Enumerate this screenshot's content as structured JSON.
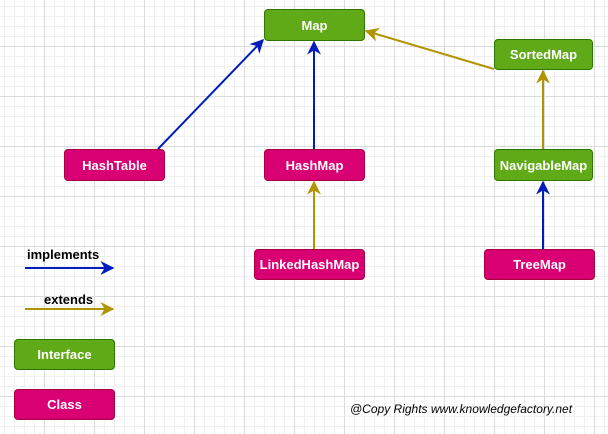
{
  "colors": {
    "interface_fill": "#60a917",
    "interface_stroke": "#2d7600",
    "class_fill": "#d80073",
    "class_stroke": "#a50040",
    "implements_arrow": "#001dbc",
    "extends_arrow": "#b09500"
  },
  "nodes": {
    "map": "Map",
    "sorted_map": "SortedMap",
    "hash_table": "HashTable",
    "hash_map": "HashMap",
    "navigable_map": "NavigableMap",
    "linked_hash_map": "LinkedHashMap",
    "tree_map": "TreeMap"
  },
  "edges": [
    {
      "from": "hash_table",
      "to": "map",
      "type": "implements"
    },
    {
      "from": "hash_map",
      "to": "map",
      "type": "implements"
    },
    {
      "from": "sorted_map",
      "to": "map",
      "type": "extends"
    },
    {
      "from": "navigable_map",
      "to": "sorted_map",
      "type": "extends"
    },
    {
      "from": "linked_hash_map",
      "to": "hash_map",
      "type": "extends"
    },
    {
      "from": "tree_map",
      "to": "navigable_map",
      "type": "implements"
    }
  ],
  "legend": {
    "implements": "implements",
    "extends": "extends",
    "interface": "Interface",
    "class": "Class"
  },
  "footer": "@Copy Rights www.knowledgefactory.net"
}
